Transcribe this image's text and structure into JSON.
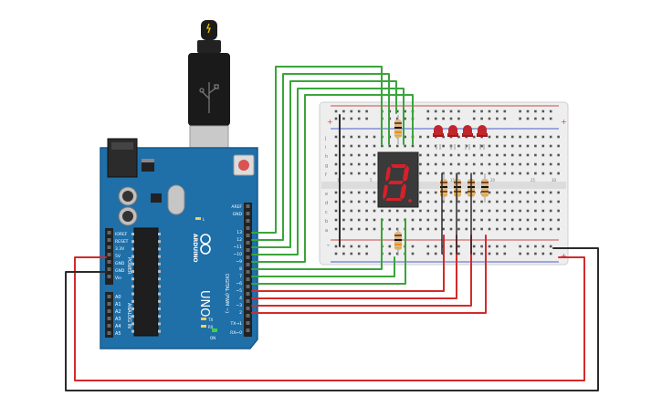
{
  "colors": {
    "board": "#1f6fa8",
    "board_edge": "#175a8c",
    "breadboard": "#eeeeee",
    "wire_green": "#3aa53a",
    "wire_red": "#d42a2a",
    "wire_black": "#2b2b2b",
    "led_red": "#c0262b",
    "segment_on": "#d8202a",
    "display_body": "#3a3a3a"
  },
  "arduino": {
    "brand": "ARDUINO",
    "model": "UNO",
    "on_label": "ON",
    "power_label": "POWER",
    "analog_label": "ANALOG IN",
    "digital_label": "DIGITAL (PWM ~)",
    "left_pins": [
      "IOREF",
      "RESET",
      "3.3V",
      "5V",
      "GND",
      "GND",
      "Vin"
    ],
    "analog_pins": [
      "A0",
      "A1",
      "A2",
      "A3",
      "A4",
      "A5"
    ],
    "right_pins": [
      "AREF",
      "GND",
      "13",
      "12",
      "~11",
      "~10",
      "~9",
      "8",
      "7",
      "~6",
      "~5",
      "4",
      "~3",
      "2",
      "TX→1",
      "RX←0"
    ],
    "led_labels": [
      "L",
      "TX",
      "RX"
    ]
  },
  "breadboard": {
    "row_letters_top": [
      "j",
      "i",
      "h",
      "g",
      "f"
    ],
    "row_letters_bottom": [
      "e",
      "d",
      "c",
      "b",
      "a"
    ],
    "column_numbers": [
      "1",
      "5",
      "10",
      "15",
      "20",
      "25",
      "30"
    ],
    "rail_plus": "+",
    "rail_minus": "-"
  },
  "display": {
    "digit": "8"
  },
  "leds": {
    "count": 4
  }
}
